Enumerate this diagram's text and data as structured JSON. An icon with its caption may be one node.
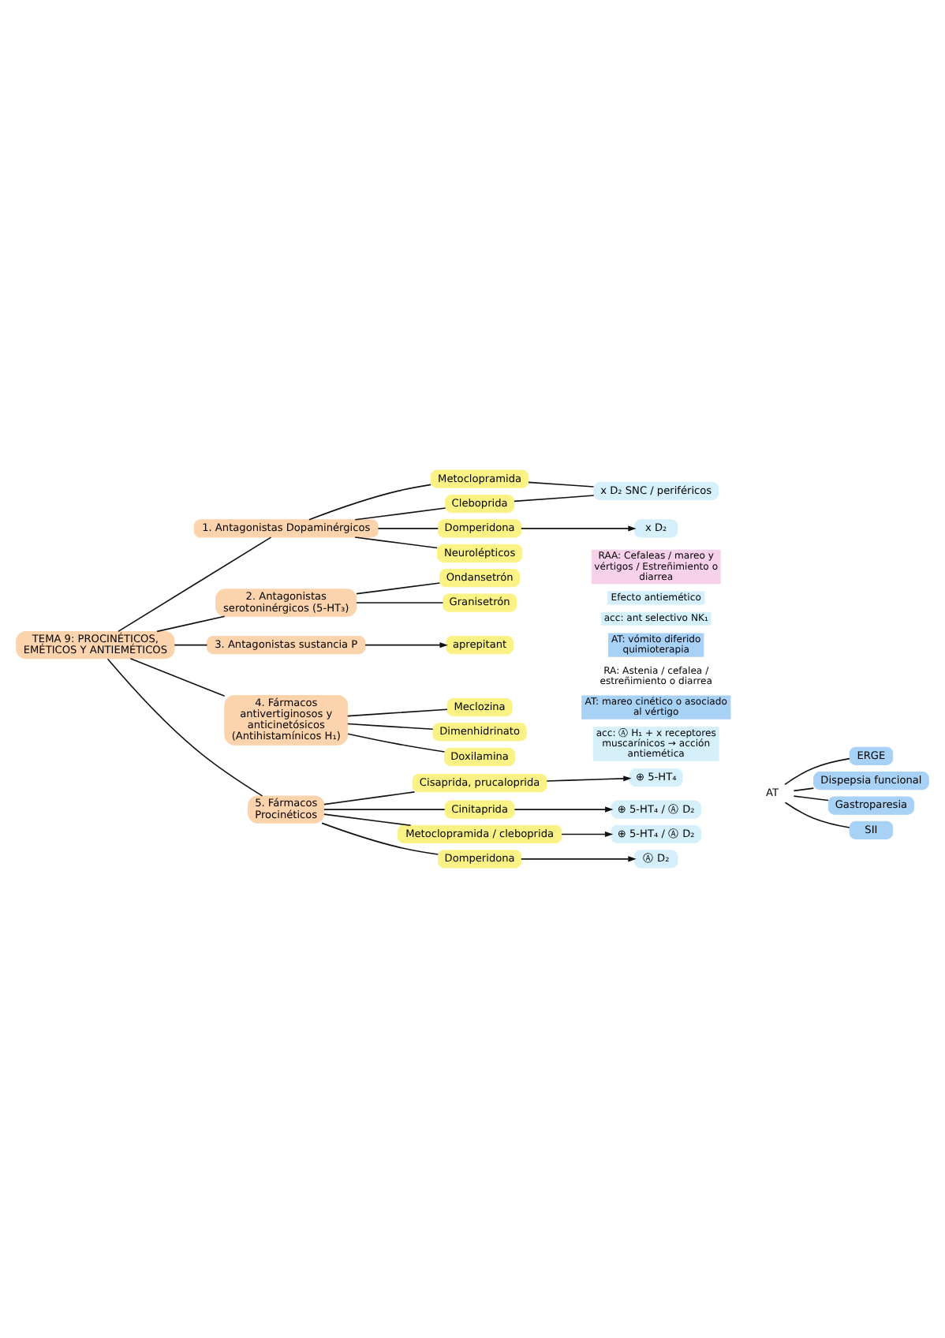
{
  "diagram": {
    "nodes": [
      {
        "text": [
          "TEMA 9: PROCINÉTICOS, EMÉTICOS Y ANTIEMÉTICOS"
        ]
      },
      {
        "text": [
          "1. Antagonistas Dopaminérgicos"
        ]
      },
      {
        "text": [
          "Metoclopramida"
        ]
      },
      {
        "text": [
          "Cleboprida"
        ]
      },
      {
        "text": [
          "Domperidona"
        ]
      },
      {
        "text": [
          "Neurolépticos"
        ]
      },
      {
        "text": [
          "x D₂ SNC / periféricos"
        ]
      },
      {
        "text": [
          "x D₂"
        ]
      },
      {
        "text": [
          "2. Antagonistas serotoninérgicos (5-HT₃)"
        ]
      },
      {
        "text": [
          "Ondansetrón"
        ]
      },
      {
        "text": [
          "Granisetrón"
        ]
      },
      {
        "text": [
          "3. Antagonistas sustancia P"
        ]
      },
      {
        "text": [
          "aprepitant"
        ]
      },
      {
        "text": [
          "4. Fármacos antivertiginosos y anticinetósicos (Antihistamínicos H₁)"
        ]
      },
      {
        "text": [
          "Meclozina"
        ]
      },
      {
        "text": [
          "Dimenhidrinato"
        ]
      },
      {
        "text": [
          "Doxilamina"
        ]
      },
      {
        "text": [
          "5. Fármacos Procinéticos"
        ]
      },
      {
        "text": [
          "Cisaprida, prucaloprida"
        ]
      },
      {
        "text": [
          "⊕ 5-HT₄"
        ]
      },
      {
        "text": [
          "AT"
        ]
      },
      {
        "text": [
          "ERGE"
        ]
      },
      {
        "text": [
          "Dispepsia funcional"
        ]
      },
      {
        "text": [
          "Gastroparesia"
        ]
      },
      {
        "text": [
          "SII"
        ]
      },
      {
        "text": [
          "Cinitaprida"
        ]
      },
      {
        "text": [
          "⊕ 5-HT₄ / Ⓐ D₂"
        ]
      },
      {
        "text": [
          "Metoclopramida / cleboprida"
        ]
      },
      {
        "text": [
          "⊕ 5-HT₄ / Ⓐ D₂"
        ]
      },
      {
        "text": [
          "Domperidona"
        ]
      },
      {
        "text": [
          "Ⓐ D₂"
        ]
      }
    ],
    "edges": [
      {
        "from": 0,
        "to": 1,
        "arrow": "none"
      },
      {
        "from": 0,
        "to": 8,
        "arrow": "none"
      },
      {
        "from": 0,
        "to": 11,
        "arrow": "none"
      },
      {
        "from": 0,
        "to": 13,
        "arrow": "none"
      },
      {
        "from": 0,
        "to": 17,
        "arrow": "none"
      },
      {
        "from": 1,
        "to": 2,
        "arrow": "none"
      },
      {
        "from": 1,
        "to": 3,
        "arrow": "none"
      },
      {
        "from": 1,
        "to": 4,
        "arrow": "none"
      },
      {
        "from": 1,
        "to": 5,
        "arrow": "none"
      },
      {
        "from": 2,
        "to": 6,
        "arrow": "none"
      },
      {
        "from": 3,
        "to": 6,
        "arrow": "none"
      },
      {
        "from": 4,
        "to": 7,
        "arrow": "to"
      },
      {
        "from": 8,
        "to": 9,
        "arrow": "none"
      },
      {
        "from": 8,
        "to": 10,
        "arrow": "none"
      },
      {
        "from": 11,
        "to": 12,
        "arrow": "to"
      },
      {
        "from": 13,
        "to": 14,
        "arrow": "none"
      },
      {
        "from": 13,
        "to": 15,
        "arrow": "none"
      },
      {
        "from": 13,
        "to": 16,
        "arrow": "none"
      },
      {
        "from": 17,
        "to": 18,
        "arrow": "none"
      },
      {
        "from": 17,
        "to": 25,
        "arrow": "none"
      },
      {
        "from": 17,
        "to": 27,
        "arrow": "none"
      },
      {
        "from": 17,
        "to": 29,
        "arrow": "none"
      },
      {
        "from": 18,
        "to": 19,
        "arrow": "to"
      },
      {
        "from": 20,
        "to": 21,
        "arrow": "none"
      },
      {
        "from": 20,
        "to": 22,
        "arrow": "none"
      },
      {
        "from": 20,
        "to": 23,
        "arrow": "none"
      },
      {
        "from": 20,
        "to": 24,
        "arrow": "none"
      },
      {
        "from": 25,
        "to": 26,
        "arrow": "to"
      },
      {
        "from": 27,
        "to": 28,
        "arrow": "to"
      },
      {
        "from": 29,
        "to": 30,
        "arrow": "to"
      }
    ],
    "labels": [
      "RAA: Cefaleas / mareo y vértigos / Estreñimiento o diarrea",
      "Efecto antiemético",
      "acc: ant selectivo NK₁",
      "AT: vómito diferido quimioterapia",
      "RA: Astenia / cefalea / estreñimiento o diarrea",
      "AT: mareo cinético o asociado al vértigo",
      "acc: Ⓐ H₁ + x receptores muscarínicos → acción antiemética"
    ]
  }
}
